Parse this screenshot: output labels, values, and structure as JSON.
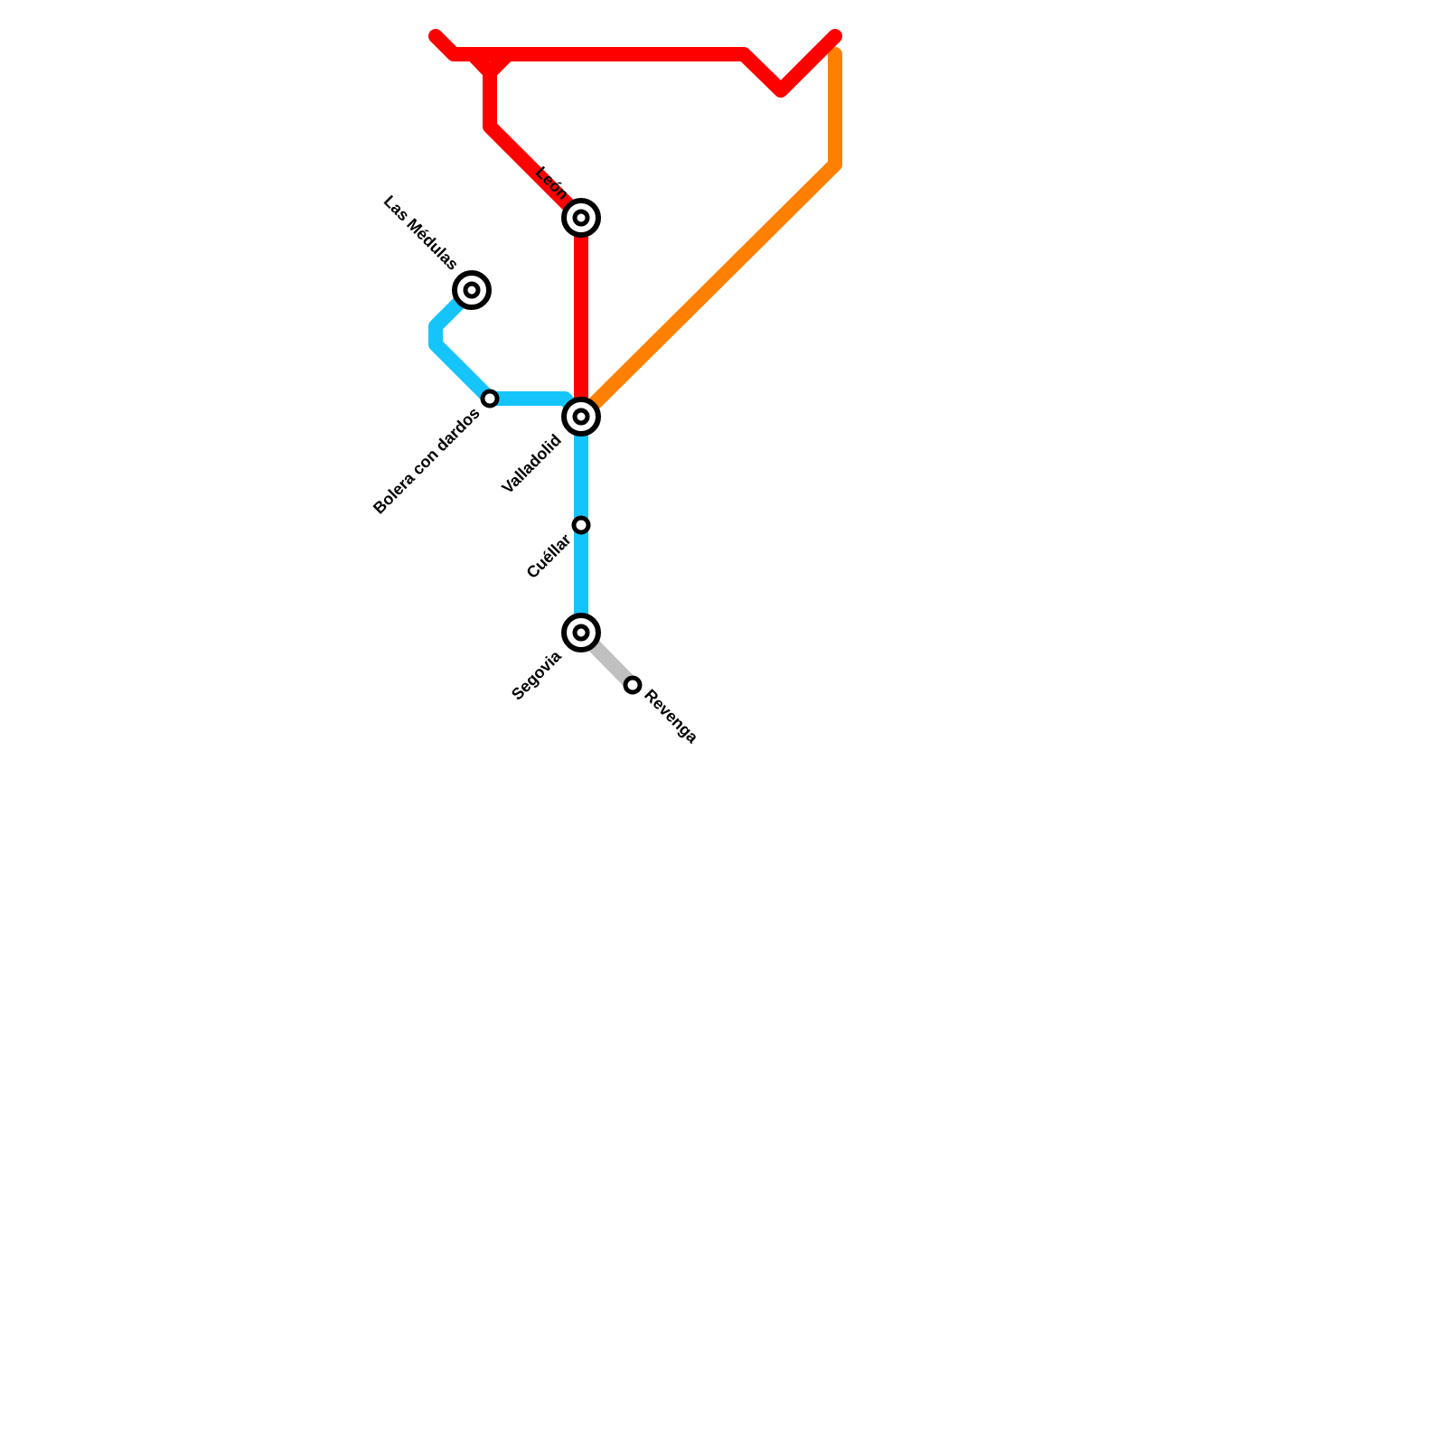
{
  "lines": [
    {
      "id": "red",
      "color": "#ff0000"
    },
    {
      "id": "orange",
      "color": "#ff7f00"
    },
    {
      "id": "cyan",
      "color": "#15c4fa"
    },
    {
      "id": "gray",
      "color": "#c0c0c0"
    }
  ],
  "stations": [
    {
      "id": "leon",
      "name": "León",
      "type": "interchange"
    },
    {
      "id": "las-medulas",
      "name": "Las Médulas",
      "type": "interchange"
    },
    {
      "id": "bolera-con-dardos",
      "name": "Bolera con dardos",
      "type": "stop"
    },
    {
      "id": "valladolid",
      "name": "Valladolid",
      "type": "interchange"
    },
    {
      "id": "cuellar",
      "name": "Cuéllar",
      "type": "stop"
    },
    {
      "id": "segovia",
      "name": "Segovia",
      "type": "interchange"
    },
    {
      "id": "revenga",
      "name": "Revenga",
      "type": "stop"
    }
  ]
}
